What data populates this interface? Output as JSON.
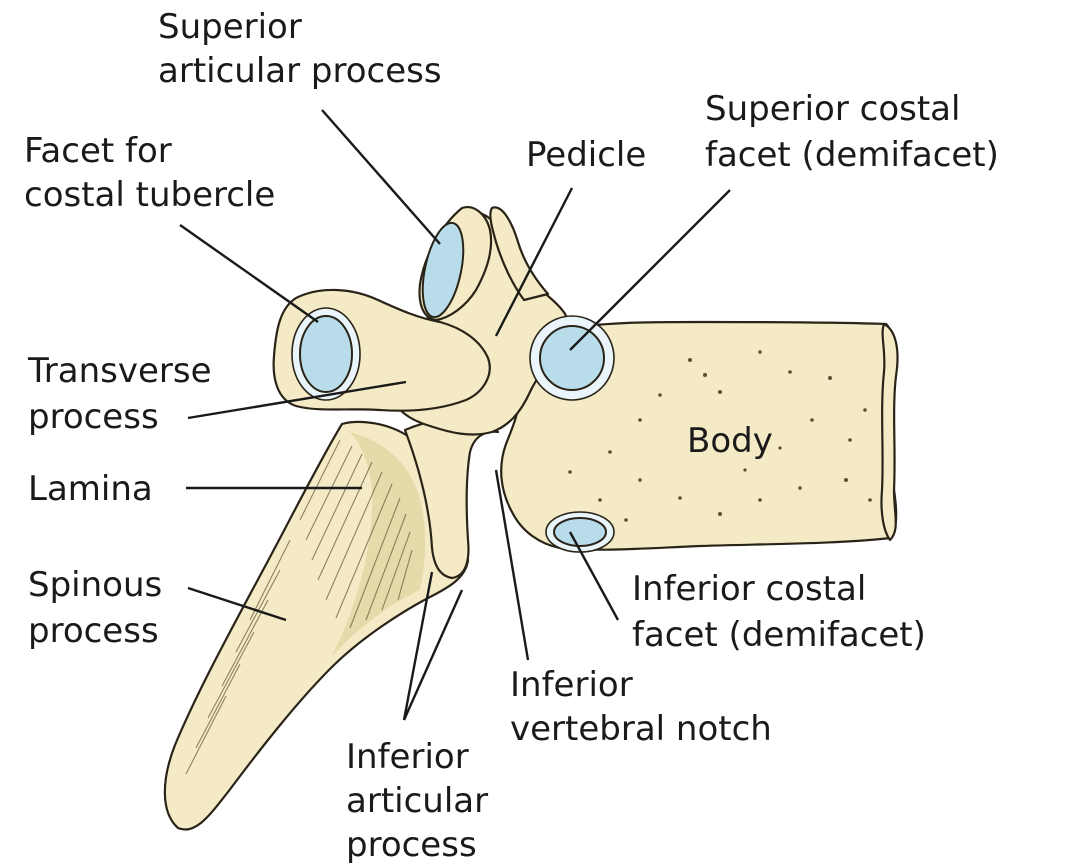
{
  "labels": {
    "superior_articular_process": [
      "Superior",
      "articular process"
    ],
    "facet_for_costal_tubercle": [
      "Facet for",
      "costal tubercle"
    ],
    "pedicle": [
      "Pedicle"
    ],
    "superior_costal_facet": [
      "Superior costal",
      "facet (demifacet)"
    ],
    "transverse_process": [
      "Transverse",
      "process"
    ],
    "lamina": [
      "Lamina"
    ],
    "spinous_process": [
      "Spinous",
      "process"
    ],
    "body": [
      "Body"
    ],
    "inferior_costal_facet": [
      "Inferior costal",
      "facet (demifacet)"
    ],
    "inferior_vertebral_notch": [
      "Inferior",
      "vertebral notch"
    ],
    "inferior_articular_process": [
      "Inferior",
      "articular",
      "process"
    ]
  },
  "colors": {
    "bone": "#f4ebc6",
    "bone_outline": "#2a2418",
    "articular_facet": "#b9dcea",
    "label_text": "#1a1a1a",
    "background": "#ffffff"
  }
}
